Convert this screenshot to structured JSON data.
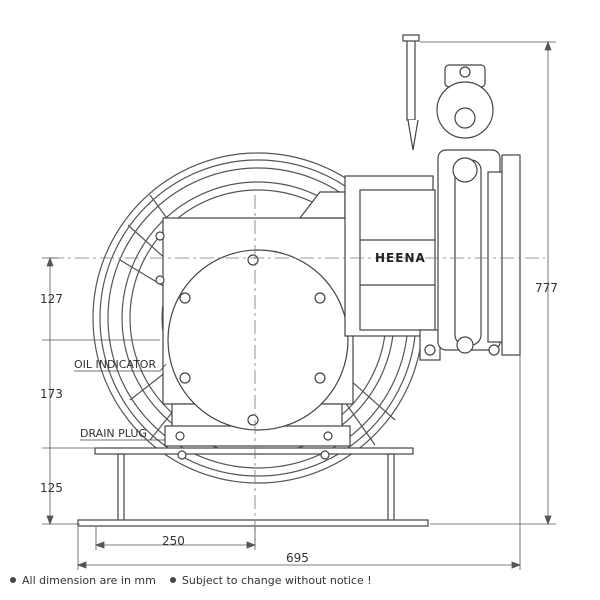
{
  "drawing": {
    "brand_label": "HEENA",
    "dimensions": {
      "height_127": "127",
      "height_173": "173",
      "height_125": "125",
      "total_height": "777",
      "width_250": "250",
      "total_width": "695"
    },
    "callouts": {
      "oil_indicator": "OIL INDICATOR",
      "drain_plug": "DRAIN PLUG"
    }
  },
  "footer": {
    "note_1": "All dimension are in mm",
    "note_2": "Subject to change without notice !"
  }
}
